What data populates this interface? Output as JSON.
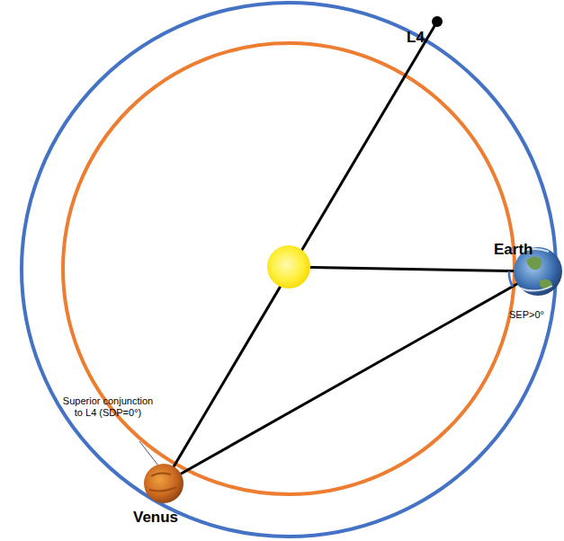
{
  "diagram": {
    "labels": [
      "L4",
      "Earth",
      "SEP>0°",
      "Superior conjunction to L4 (SDP=0°)",
      "Venus"
    ]
  }
}
